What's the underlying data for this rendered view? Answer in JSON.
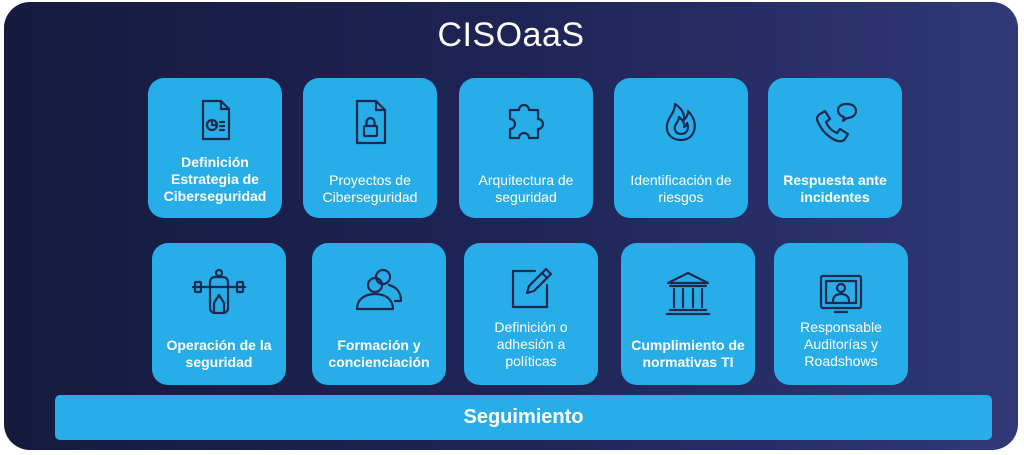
{
  "title": "CISOaaS",
  "footer_bar": "Seguimiento",
  "row1": [
    {
      "icon": "document-chart-icon",
      "label": "Definición\nEstrategia de\nCiberseguridad"
    },
    {
      "icon": "document-lock-icon",
      "label": "Proyectos de\nCiberseguridad"
    },
    {
      "icon": "puzzle-icon",
      "label": "Arquitectura de\nseguridad"
    },
    {
      "icon": "flame-icon",
      "label": "Identificación de\nriesgos"
    },
    {
      "icon": "phone-chat-icon",
      "label": "Respuesta ante\nincidentes"
    }
  ],
  "row2": [
    {
      "icon": "operator-dumbbell-icon",
      "label": "Operación de la\nseguridad"
    },
    {
      "icon": "user-group-icon",
      "label": "Formación y\nconcienciación"
    },
    {
      "icon": "pencil-edit-icon",
      "label": "Definición o\nadhesión a\npolíticas"
    },
    {
      "icon": "institution-icon",
      "label": "Cumplimiento de\nnormativas TI"
    },
    {
      "icon": "monitor-user-icon",
      "label": "Responsable\nAuditorías y\nRoadshows"
    }
  ],
  "colors": {
    "card": "#27aee8",
    "background_start": "#161a3d",
    "background_end": "#303877",
    "text": "#ffffff"
  }
}
